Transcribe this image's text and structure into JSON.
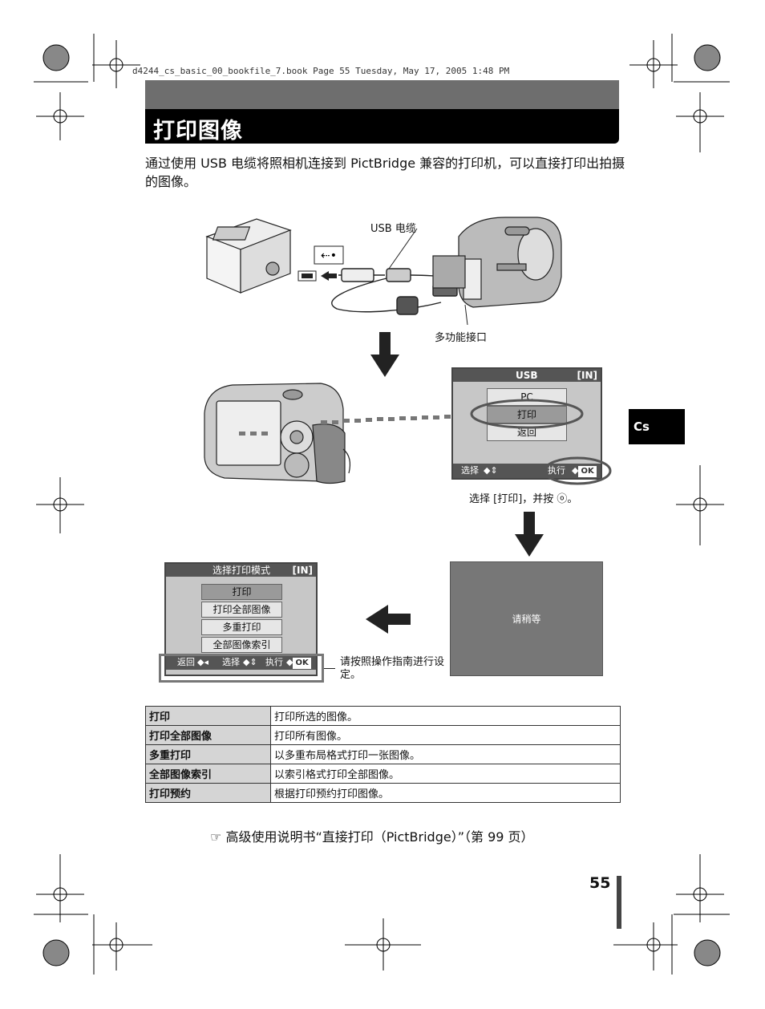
{
  "header_line": "d4244_cs_basic_00_bookfile_7.book  Page 55  Tuesday, May 17, 2005  1:48 PM",
  "title": "打印图像",
  "intro": "通过使用 USB 电缆将照相机连接到 PictBridge 兼容的打印机，可以直接打印出拍摄的图像。",
  "side_tab": "Cs",
  "diagram": {
    "cable_label": "USB 电缆",
    "port_label": "多功能接口"
  },
  "usb_screen": {
    "header_title": "USB",
    "header_badge": "[IN]",
    "items": [
      "PC",
      "打印",
      "返回"
    ],
    "selected_index": 1,
    "footer_select": "选择",
    "footer_execute": "执行",
    "ok_label": "OK"
  },
  "usb_caption": "选择 [打印]，并按 ⓞ。",
  "wait_text": "请稍等",
  "mode_screen": {
    "header_title": "选择打印模式",
    "header_badge": "[IN]",
    "items": [
      "打印",
      "打印全部图像",
      "多重打印",
      "全部图像索引"
    ],
    "selected_index": 0,
    "footer_back": "返回",
    "footer_select": "选择",
    "footer_execute": "执行",
    "ok_label": "OK"
  },
  "mode_caption": "请按照操作指南进行设定。",
  "modes_table": [
    {
      "mode": "打印",
      "desc": "打印所选的图像。"
    },
    {
      "mode": "打印全部图像",
      "desc": "打印所有图像。"
    },
    {
      "mode": "多重打印",
      "desc": "以多重布局格式打印一张图像。"
    },
    {
      "mode": "全部图像索引",
      "desc": "以索引格式打印全部图像。"
    },
    {
      "mode": "打印预约",
      "desc": "根据打印预约打印图像。"
    }
  ],
  "reference": "高级使用说明书“直接打印（PictBridge）”（第 99 页）",
  "page_number": "55"
}
